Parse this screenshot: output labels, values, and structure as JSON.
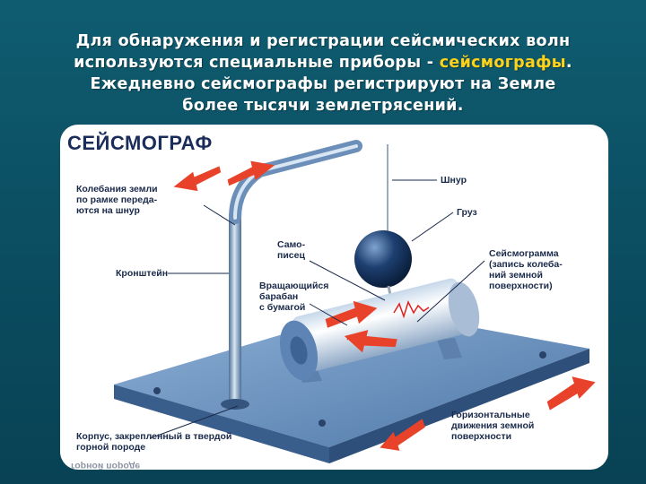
{
  "heading": {
    "line1": "Для обнаружения и регистрации сейсмических волн",
    "line2_prefix": "используются специальные приборы - ",
    "line2_highlight": "сейсмографы",
    "line2_suffix": ".",
    "line3": "Ежедневно сейсмографы регистрируют на Земле",
    "line4": "более тысячи землетрясений."
  },
  "figure": {
    "title": "СЕЙСМОГРАФ",
    "labels": {
      "vibrations": "Колебания земли\nпо рамке переда-\nются на шнур",
      "cord": "Шнур",
      "weight": "Груз",
      "pen": "Само-\nписец",
      "bracket": "Кронштейн",
      "drum": "Вращающийся\nбарабан\nс бумагой",
      "seismogram": "Сейсмограмма\n(запись колеба-\nний земной\nповерхности)",
      "horizontal": "Горизонтальные\nдвижения земной\nповерхности",
      "body": "Корпус, закрепленный в твердой\nгорной породе",
      "body_mirror": "горной породе"
    }
  },
  "colors": {
    "background": "#0f5c70",
    "highlight": "#ffd21a",
    "arrow": "#e8432a",
    "metal": "#6b8fb8"
  }
}
